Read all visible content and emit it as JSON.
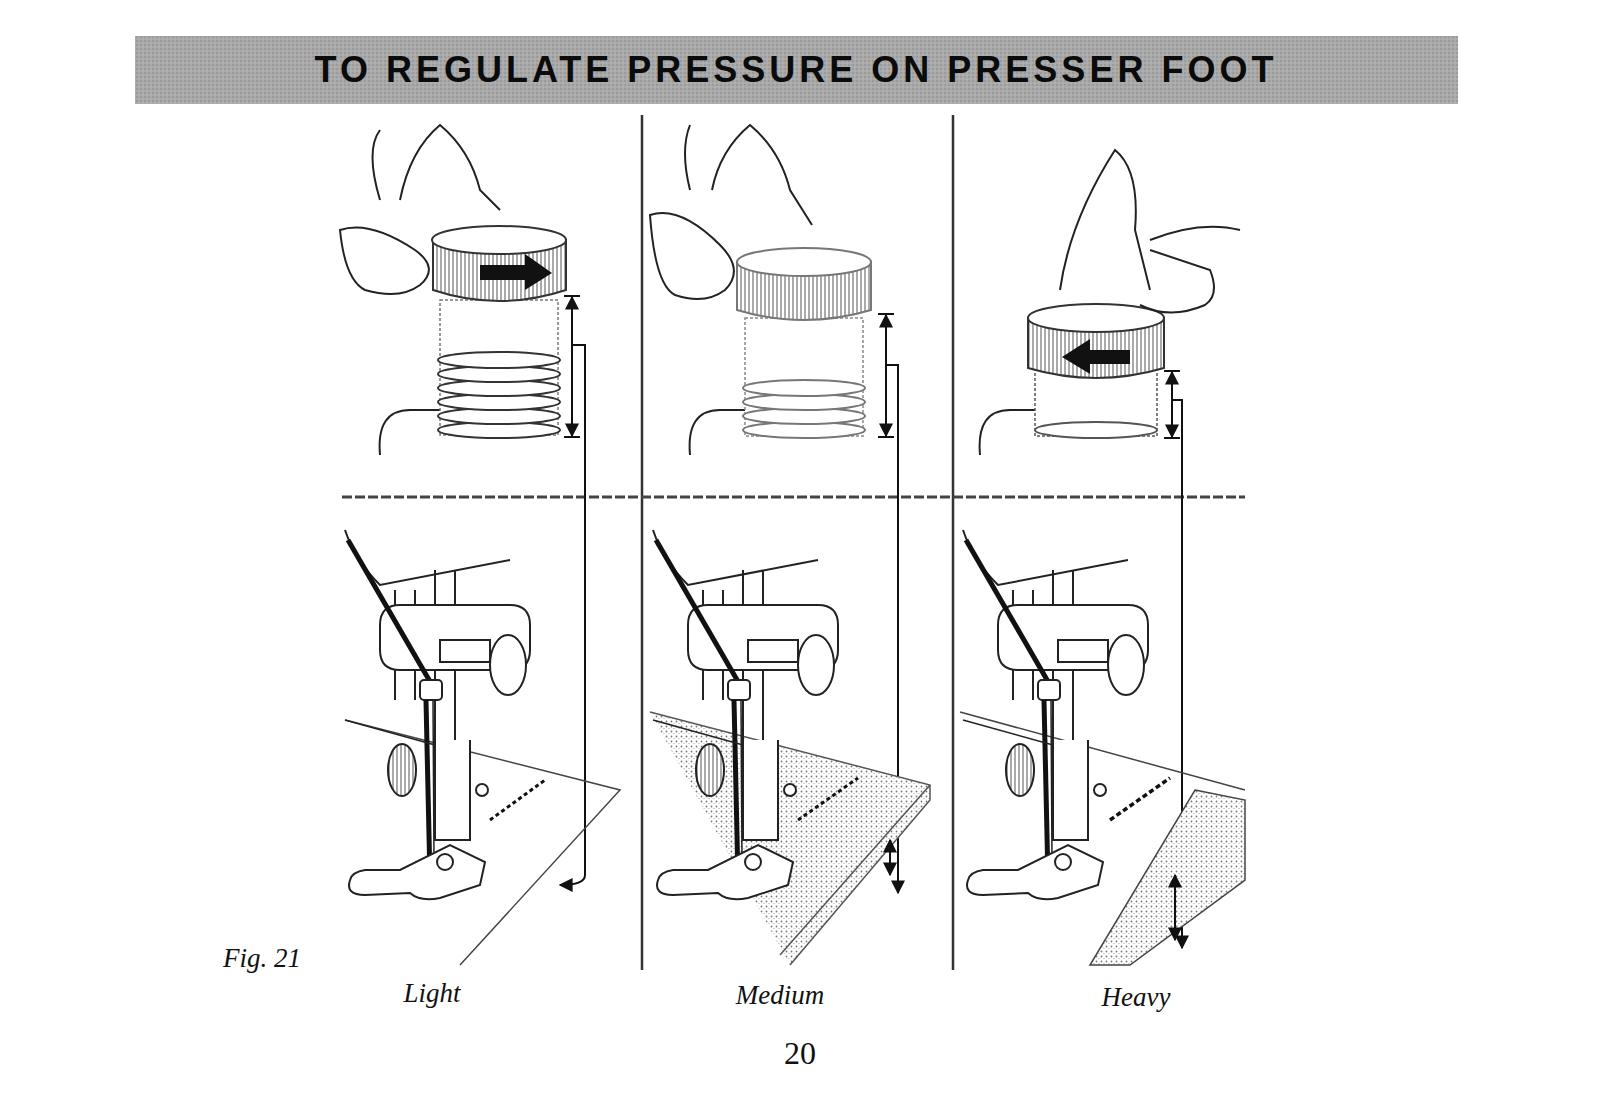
{
  "diagram": {
    "title": "TO REGULATE PRESSURE ON PRESSER FOOT",
    "caption": "Fig. 21",
    "labels": [
      "Light",
      "Medium",
      "Heavy",
      "20"
    ]
  }
}
